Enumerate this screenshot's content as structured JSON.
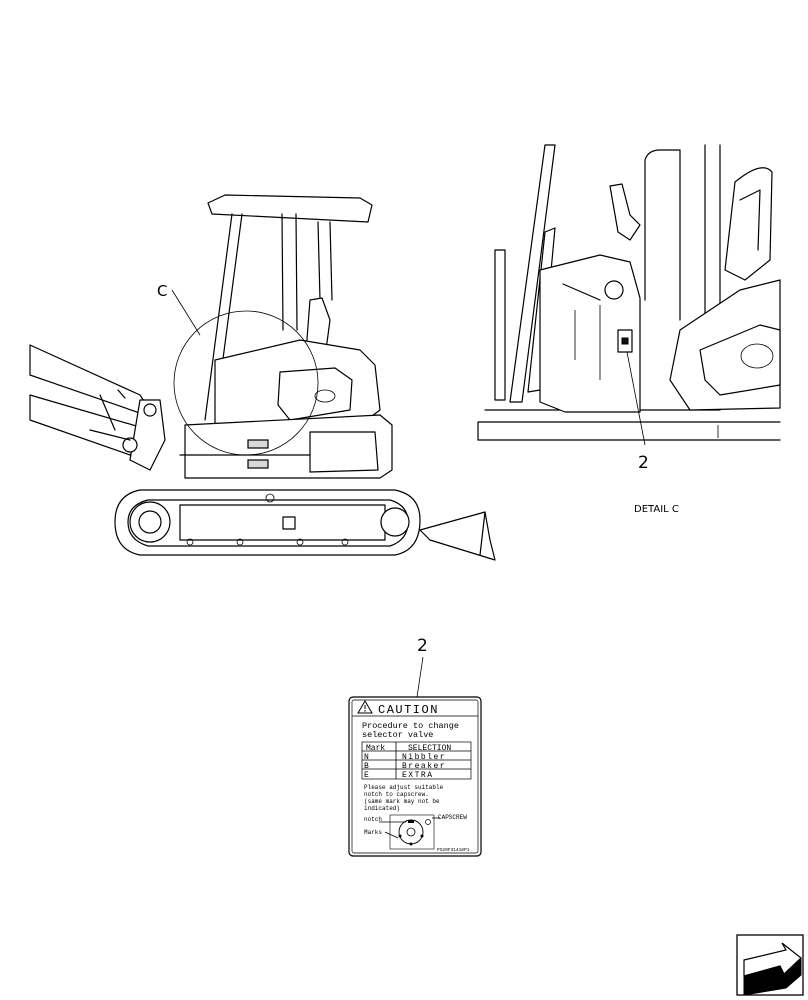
{
  "callouts": {
    "c_label": "C",
    "item2_detail": "2",
    "item2_decal": "2",
    "detail_title": "DETAIL C"
  },
  "decal": {
    "heading": "CAUTION",
    "line1": "Procedure to change",
    "line2": "selector valve",
    "table_header_mark": "Mark",
    "table_header_selection": "SELECTION",
    "rows": [
      {
        "mark": "N",
        "selection": "Nibbler"
      },
      {
        "mark": "B",
        "selection": "Breaker"
      },
      {
        "mark": "E",
        "selection": "EXTRA"
      }
    ],
    "note1": "Please adjust suitable",
    "note2": "notch to capscrew.",
    "note3": "(same mark may not be",
    "note4": "indicated)",
    "label_notch": "notch",
    "label_capscrew": "CAPSCREW",
    "label_marks": "Marks",
    "part_code": "PS20F31418P1"
  },
  "icons": {
    "warning": "warning-triangle-icon",
    "nav": "next-page-arrow-icon"
  }
}
